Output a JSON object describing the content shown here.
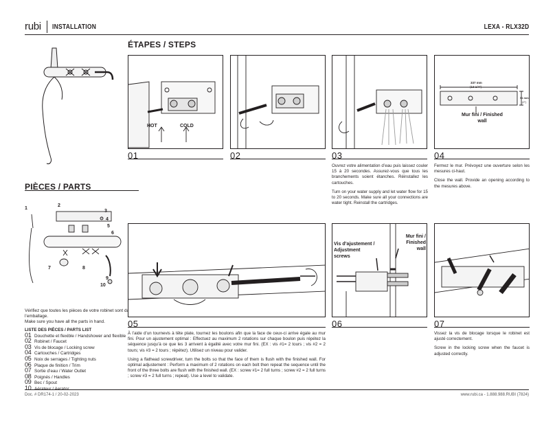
{
  "header": {
    "logo": "rubi",
    "section": "INSTALLATION",
    "model": "LEXA - RLX32D"
  },
  "steps_title": "ÉTAPES / STEPS",
  "parts_title": "PIÈCES / PARTS",
  "steps": [
    {
      "num": "01",
      "labels": [
        "HOT",
        "COLD"
      ]
    },
    {
      "num": "02"
    },
    {
      "num": "03",
      "text_fr": "Ouvrez votre alimentation d’eau puis laissez couler 15 à 20 secondes. Assurez-vous que tous les branchements soient étanches. Réinstallez les cartouches.",
      "text_en": "Turn on your water supply and let water flow for 15 to 20 seconds. Make sure all your connections are water tight. Reinstall the cartridges."
    },
    {
      "num": "04",
      "text_fr": "Fermez le mur. Prévoyez une ouverture selon les mesures ci-haut.",
      "text_en": "Close the wall. Provide an opening according to the mesures above.",
      "dim_w": "337 mm",
      "dim_w2": "(13 1/4\")",
      "dim_h": "51 mm",
      "dim_h2": "(2\")",
      "label": "Mur fini / Finished wall"
    },
    {
      "num": "05",
      "text_fr": "À l’aide d’un tournevis à tête plate, tournez les boulons afin que la face de ceux-ci arrive égale au mur fini. Pour un ajustement optimal : Effectuez au maximum 2 rotations sur chaque boulon puis répétez la séquence jusqu’à ce que les 3 arrivent à égalité avec votre mur fini. (EX : vis #1= 2 tours ; vis #2 = 2 tours; vis #3 = 2 tours ; répétez). Utilisez un niveau pour valider.",
      "text_en": "Using a flathead screwdriver, turn the bolts so that the face of them is flush with the finished wall. For optimal adjustement : Perform a maximum of 2 rotations on each bolt then repeat the sequence until the front of the three bolts are flush with the finished wall. (EX : screw #1= 2 full turns ; screw #2 = 2 full turns ; screw #3 = 2 full turns ; repeat). Use a level to validate."
    },
    {
      "num": "06",
      "label_a": "Vis d’ajustement / Adjustment screws",
      "label_b": "Mur fini / Finished wall"
    },
    {
      "num": "07",
      "text_fr": "Vissez la vis de blocage lorsque le robinet est ajusté correctement.",
      "text_en": "Screw in the locking screw when the faucet is adjusted correctly."
    }
  ],
  "verify_fr": "Vérifiez que toutes les pièces de votre robinet sont dans l’emballage.",
  "verify_en": "Make sure you have all the parts in hand.",
  "parts_list_title": "LISTE DES PIÈCES / PARTS LIST",
  "parts": [
    {
      "num": "01",
      "label": "Douchette et flexible / Handshower and flexible"
    },
    {
      "num": "02",
      "label": "Robinet / Faucet"
    },
    {
      "num": "03",
      "label": "Vis de blocage / Locking screw"
    },
    {
      "num": "04",
      "label": "Cartouches / Cartridges"
    },
    {
      "num": "05",
      "label": "Noix de serrages / Tighting nuts"
    },
    {
      "num": "06",
      "label": "Plaque de finition / Trim"
    },
    {
      "num": "07",
      "label": "Sortie d’eau / Water Outlet"
    },
    {
      "num": "08",
      "label": "Poignés / Handles"
    },
    {
      "num": "09",
      "label": "Bec / Spout"
    },
    {
      "num": "10",
      "label": "Aérateur / Aerator"
    }
  ],
  "parts_callouts": [
    "1",
    "2",
    "3",
    "4",
    "5",
    "6",
    "7",
    "8",
    "9",
    "10"
  ],
  "footer": {
    "doc": "Doc. # DR174-1 / 20-02-2023",
    "contact": "www.rubi.ca - 1.888.988.RUBI (7824)"
  }
}
